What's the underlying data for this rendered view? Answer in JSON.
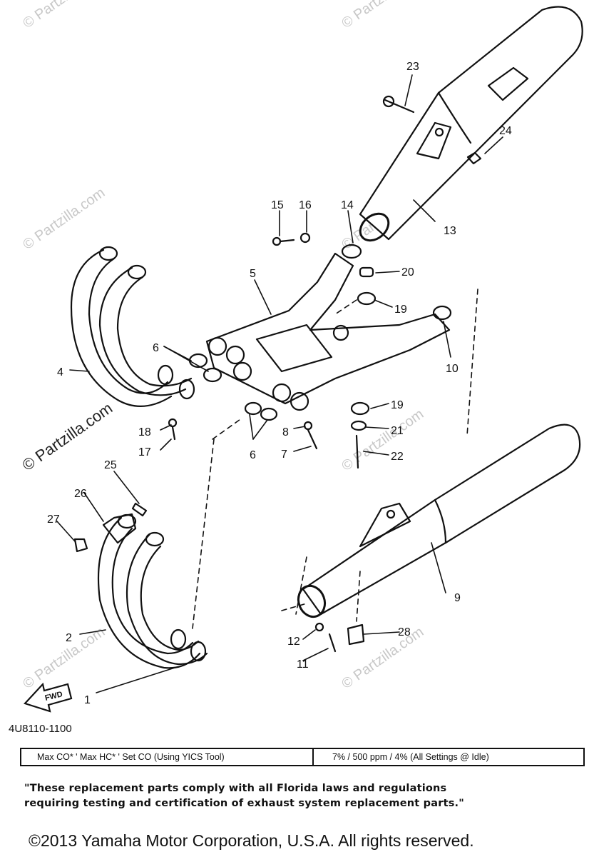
{
  "watermark": {
    "text": "© Partzilla.com"
  },
  "callouts": [
    "1",
    "2",
    "4",
    "5",
    "6",
    "6",
    "7",
    "8",
    "9",
    "10",
    "11",
    "12",
    "13",
    "14",
    "15",
    "16",
    "17",
    "18",
    "19",
    "19",
    "20",
    "21",
    "22",
    "23",
    "24",
    "25",
    "26",
    "27",
    "28"
  ],
  "diagram_code": "4U8110-1100",
  "fwd_label": "FWD",
  "spec_table": {
    "left": "Max CO* ' Max HC* ' Set CO (Using YICS Tool)",
    "right": "7% / 500 ppm / 4% (All Settings @ Idle)"
  },
  "compliance_note": "\"These replacement parts comply with all Florida laws and regulations requiring testing and certification of exhaust system replacement parts.\"",
  "copyright": "©2013  Yamaha Motor Corporation, U.S.A. All rights reserved."
}
